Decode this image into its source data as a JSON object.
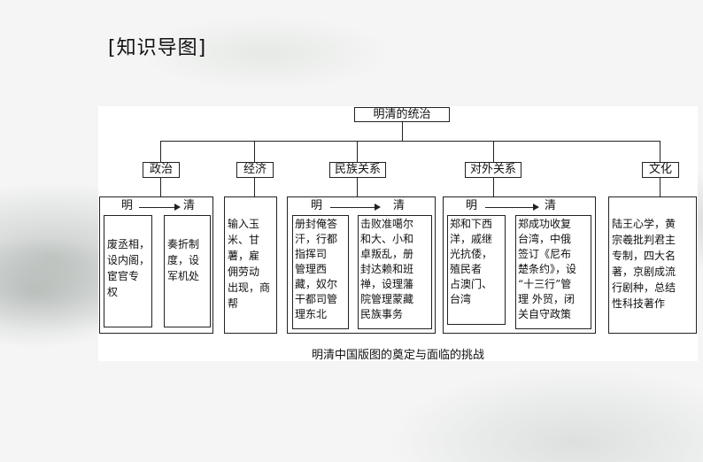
{
  "title": "[知识导图]",
  "root": "明清的统治",
  "categories": {
    "politics": "政治",
    "economy": "经济",
    "ethnic": "民族关系",
    "foreign": "对外关系",
    "culture": "文化"
  },
  "dynasty": {
    "ming": "明",
    "qing": "清"
  },
  "politics": {
    "ming": "废丞相，\n设内阁，\n宦官专\n权",
    "qing": "奏折制\n度，设\n军机处"
  },
  "economy": {
    "text": "输入玉\n米、甘\n薯，雇\n佣劳动\n出现，商\n帮"
  },
  "ethnic": {
    "ming": "册封俺答\n汗，行都\n指挥司\n管理西\n藏，奴尔\n干都司管\n理东北",
    "qing": "击败准噶尔\n和大、小和\n卓叛乱，册\n封达赖和班\n禅，设理藩\n院管理蒙藏\n民族事务"
  },
  "foreign": {
    "ming": "郑和下西\n洋，戚继\n光抗倭，\n殖民者\n占澳门、\n台湾",
    "qing": "郑成功收复\n台湾，中俄\n签订《尼布\n楚条约》，设\n“十三行”管\n理 外贸，闭\n关自守政策"
  },
  "culture": {
    "text": "陆王心学，黄\n宗羲批判君主\n专制，四大名\n著，京剧成流\n行剧种，总结\n性科技著作"
  },
  "caption": "明清中国版图的奠定与面临的挑战"
}
